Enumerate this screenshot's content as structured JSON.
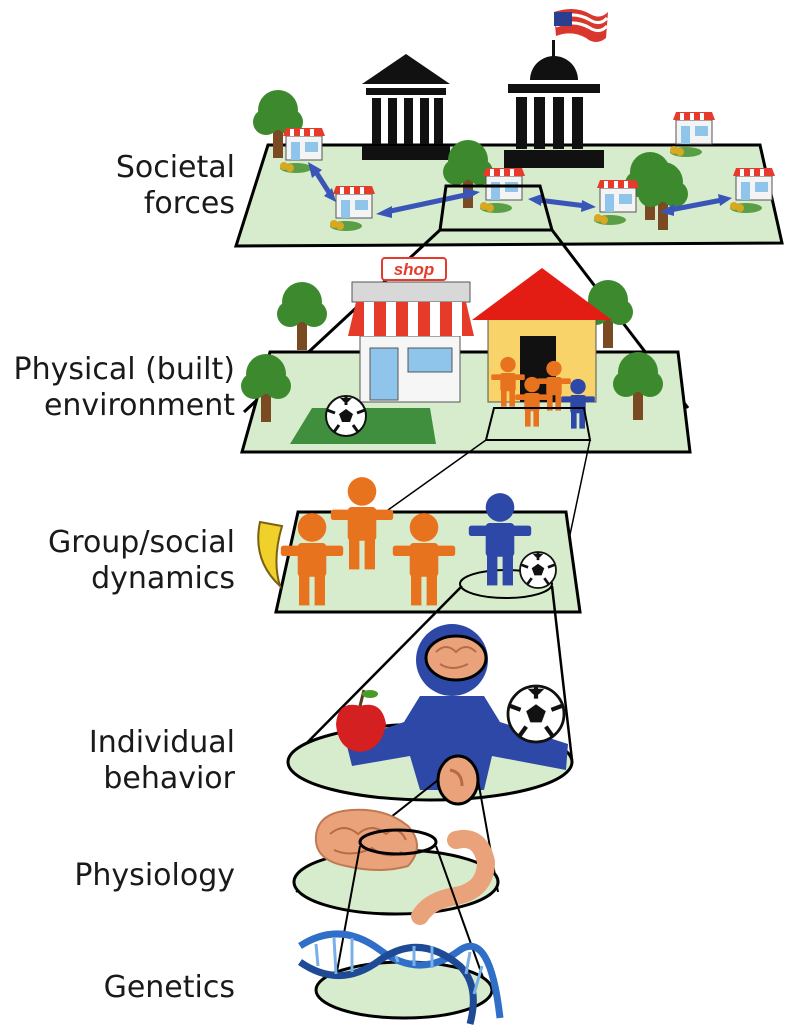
{
  "levels": {
    "societal": {
      "line1": "Societal",
      "line2": "forces"
    },
    "physical": {
      "line1": "Physical (built)",
      "line2": "environment"
    },
    "group": {
      "line1": "Group/social",
      "line2": "dynamics"
    },
    "individual": {
      "line1": "Individual",
      "line2": "behavior"
    },
    "physiology": {
      "line1": "Physiology"
    },
    "genetics": {
      "line1": "Genetics"
    }
  },
  "shop_sign": "shop",
  "colors": {
    "ground": "#d6eccc",
    "grass": "#3f8f3f",
    "orange_person": "#e8731e",
    "blue_person": "#2e48a8",
    "awning_red": "#e63a2a",
    "roof_red": "#e41d14",
    "house_yellow": "#f8d36a",
    "tree_green": "#3d8a2e",
    "trunk_brown": "#7a4a22",
    "arrow_blue": "#3a55b8",
    "dna_blue": "#2f6fc8",
    "brain_pink": "#e9a27a"
  },
  "icons": [
    "bank-icon",
    "capitol-icon",
    "flag-icon",
    "shop-icon",
    "house-icon",
    "tree-icon",
    "soccer-ball-icon",
    "banana-icon",
    "apple-icon",
    "brain-icon",
    "stomach-icon",
    "dna-icon",
    "person-icon"
  ]
}
